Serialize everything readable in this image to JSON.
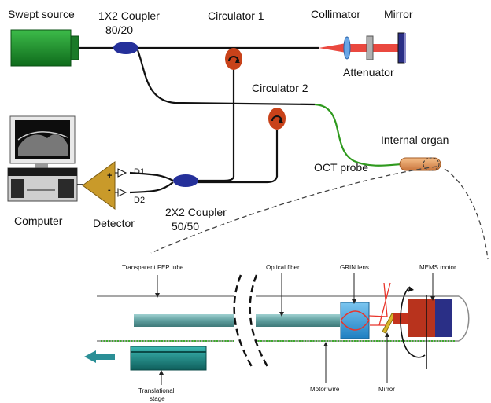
{
  "labels": {
    "swept_source": "Swept source",
    "coupler1_line1": "1X2 Coupler",
    "coupler1_line2": "80/20",
    "circulator1": "Circulator 1",
    "collimator": "Collimator",
    "mirror_top": "Mirror",
    "attenuator": "Attenuator",
    "circulator2": "Circulator 2",
    "internal_organ": "Internal organ",
    "oct_probe": "OCT probe",
    "d1": "D1",
    "d2": "D2",
    "plus": "+",
    "minus": "-",
    "computer": "Computer",
    "detector": "Detector",
    "coupler2_line1": "2X2 Coupler",
    "coupler2_line2": "50/50",
    "fep_tube": "Transparent FEP tube",
    "optical_fiber": "Optical fiber",
    "grin_lens": "GRIN lens",
    "mems_motor": "MEMS motor",
    "translational_stage_line1": "Translational",
    "translational_stage_line2": "stage",
    "motor_wire": "Motor wire",
    "mirror_bottom": "Mirror"
  },
  "colors": {
    "source_green": "#1e8a2e",
    "coupler_blue": "#25309a",
    "circulator_red": "#c8421a",
    "detector_gold": "#c99a2a",
    "probe_green": "#2f9a1e",
    "grin_blue": "#3b9bd8",
    "stage_teal": "#1d8c8a",
    "arrow_teal": "#2a8f96",
    "motor_red": "#b8331d",
    "motor_navy": "#2a2f86",
    "laser_red": "#e8342a",
    "organ_orange": "#e8a060"
  }
}
